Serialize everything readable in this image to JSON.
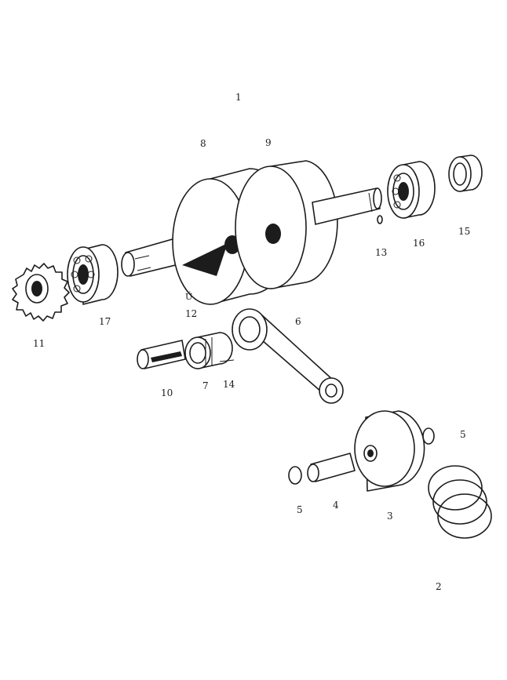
{
  "labels": {
    "l1": "1",
    "l2": "2",
    "l3": "3",
    "l4": "4",
    "l5a": "5",
    "l5b": "5",
    "l6": "6",
    "l7": "7",
    "l8": "8",
    "l9": "9",
    "l10": "10",
    "l11": "11",
    "l12": "12",
    "l13": "13",
    "l14": "14",
    "l15": "15",
    "l16": "16",
    "l17": "17"
  }
}
